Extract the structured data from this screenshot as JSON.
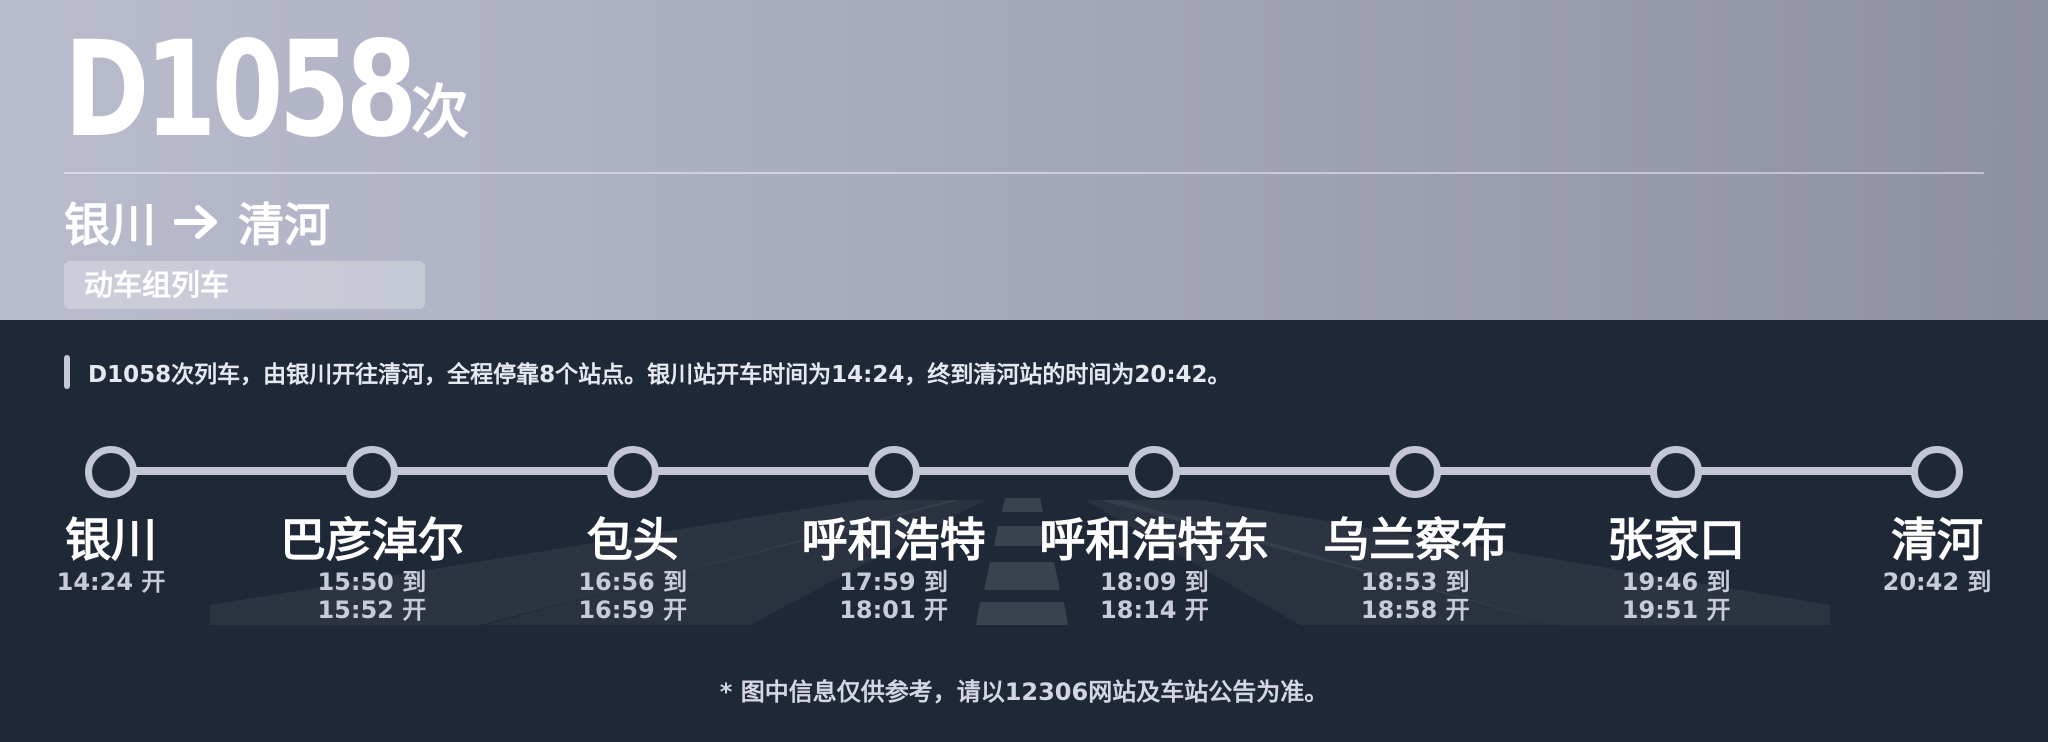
{
  "header": {
    "train_code": "D1058",
    "train_suffix": "次",
    "origin": "银川",
    "destination": "清河",
    "train_type": "动车组列车",
    "arrow_icon": "arrow-right-icon"
  },
  "summary": "D1058次列车，由银川开往清河，全程停靠8个站点。银川站开车时间为14:24，终到清河站的时间为20:42。",
  "stations": [
    {
      "name": "银川",
      "times": [
        "14:24 开"
      ]
    },
    {
      "name": "巴彦淖尔",
      "times": [
        "15:50 到",
        "15:52 开"
      ]
    },
    {
      "name": "包头",
      "times": [
        "16:56 到",
        "16:59 开"
      ]
    },
    {
      "name": "呼和浩特",
      "times": [
        "17:59 到",
        "18:01 开"
      ]
    },
    {
      "name": "呼和浩特东",
      "times": [
        "18:09 到",
        "18:14 开"
      ]
    },
    {
      "name": "乌兰察布",
      "times": [
        "18:53 到",
        "18:58 开"
      ]
    },
    {
      "name": "张家口",
      "times": [
        "19:46 到",
        "19:51 开"
      ]
    },
    {
      "name": "清河",
      "times": [
        "20:42 到"
      ]
    }
  ],
  "footnote": "* 图中信息仅供参考，请以12306网站及车站公告为准。",
  "colors": {
    "header_bg": "#a7aabd",
    "body_bg": "#1f2836",
    "track": "#c3c6d4"
  }
}
